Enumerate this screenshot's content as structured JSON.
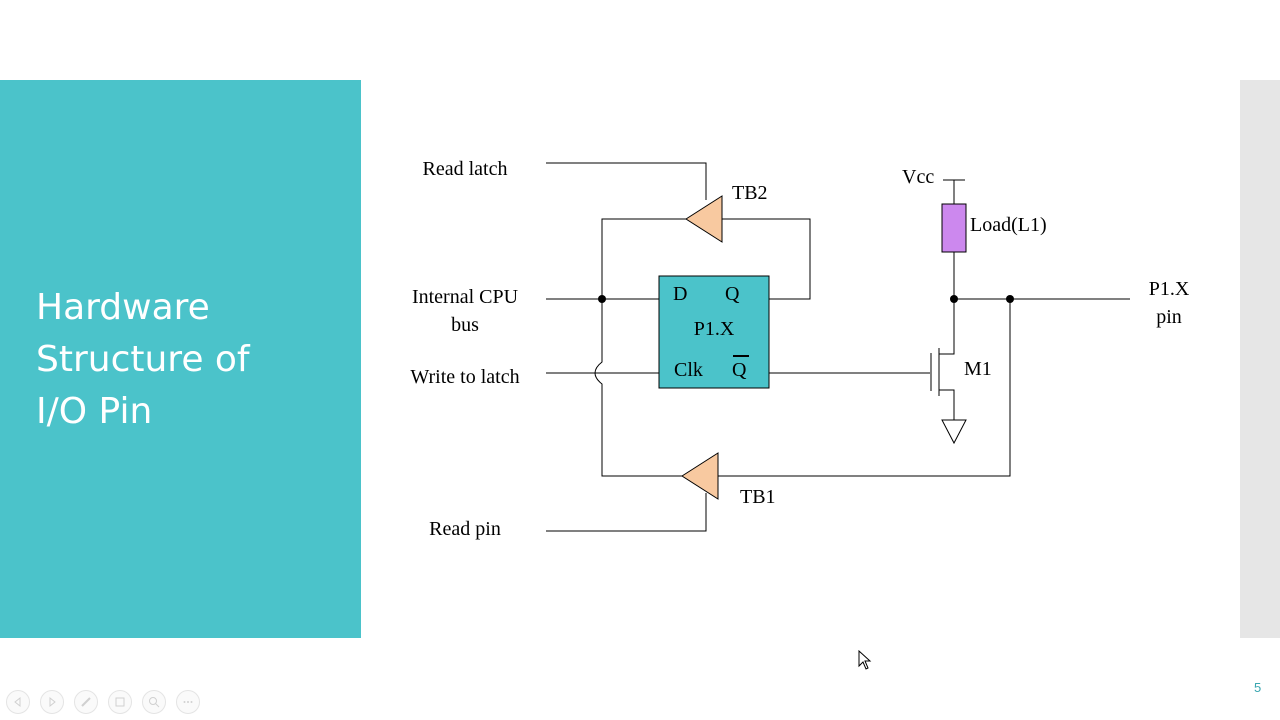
{
  "slide": {
    "title": "Hardware\nStructure of\nI/O Pin",
    "page_number": "5"
  },
  "diagram": {
    "labels": {
      "read_latch": "Read latch",
      "internal_cpu_bus_line1": "Internal CPU",
      "internal_cpu_bus_line2": "bus",
      "write_to_latch": "Write to latch",
      "read_pin": "Read pin",
      "tb2": "TB2",
      "tb1": "TB1",
      "vcc": "Vcc",
      "load": "Load(L1)",
      "m1": "M1",
      "pin_line1": "P1.X",
      "pin_line2": "pin",
      "latch_d": "D",
      "latch_q": "Q",
      "latch_name": "P1.X",
      "latch_clk": "Clk",
      "latch_qbar": "Q"
    }
  },
  "colors": {
    "title_panel": "#4bc3ca",
    "latch_fill": "#4bc3ca",
    "buffer_fill": "#f8c9a0",
    "load_fill": "#cc88ee",
    "side_strip": "#e6e6e6"
  },
  "nav": {
    "icons": [
      "previous-icon",
      "next-icon",
      "pen-icon",
      "slides-icon",
      "zoom-icon",
      "more-icon"
    ]
  }
}
